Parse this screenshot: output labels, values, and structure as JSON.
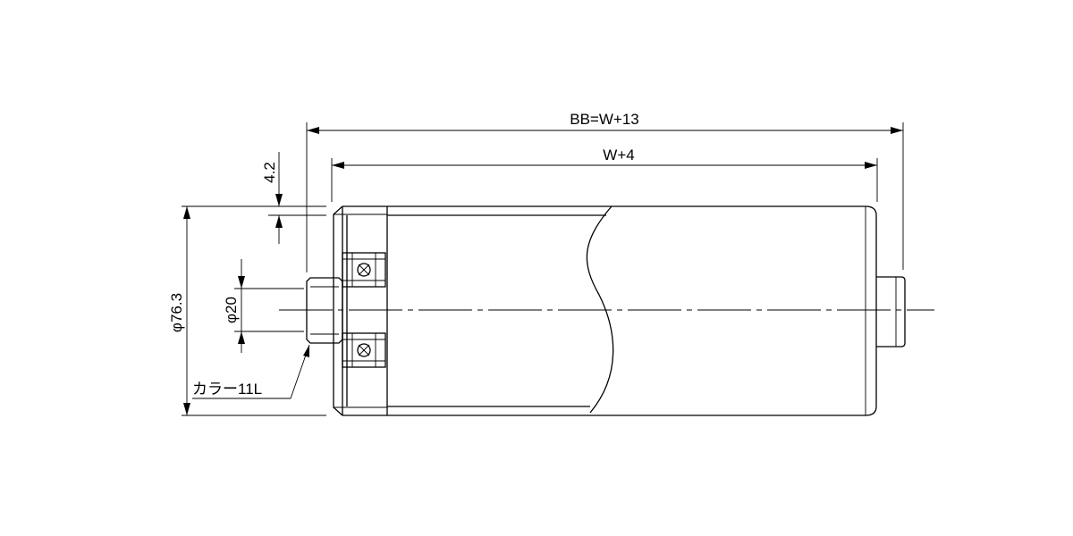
{
  "labels": {
    "overall_length": "BB=W+13",
    "tube_length": "W+4",
    "offset": "4.2",
    "roller_diameter": "φ76.3",
    "shaft_diameter": "φ20",
    "collar": "カラー11L"
  }
}
